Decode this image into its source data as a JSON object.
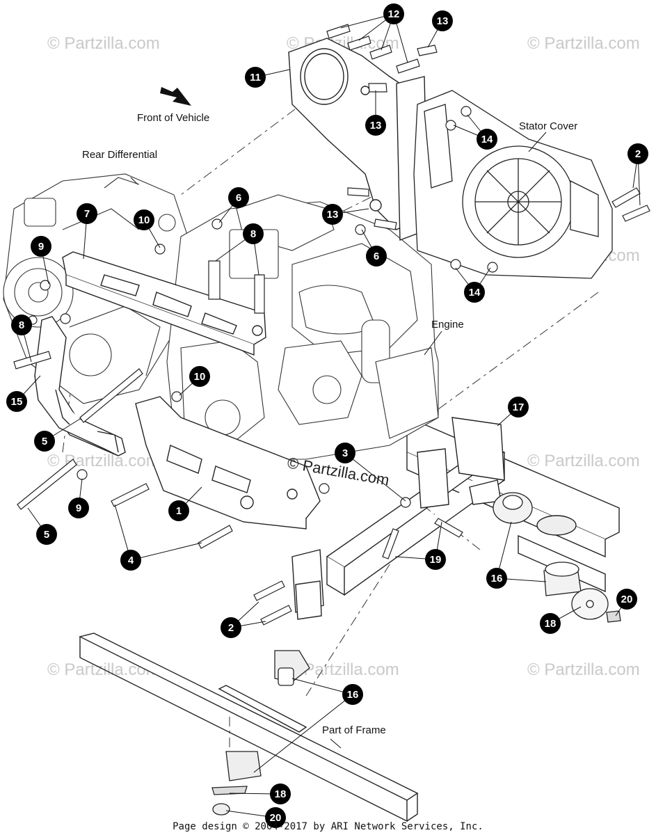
{
  "watermark": "© Partzilla.com",
  "center_watermark": "© Partzilla.com",
  "labels": {
    "front_of_vehicle": "Front of Vehicle",
    "rear_differential": "Rear Differential",
    "stator_cover": "Stator Cover",
    "engine": "Engine",
    "part_of_frame": "Part of Frame"
  },
  "callouts": [
    {
      "id": "callout-12",
      "num": "12"
    },
    {
      "id": "callout-13-top",
      "num": "13"
    },
    {
      "id": "callout-11",
      "num": "11"
    },
    {
      "id": "callout-13-mid",
      "num": "13"
    },
    {
      "id": "callout-14-top",
      "num": "14"
    },
    {
      "id": "callout-2-right",
      "num": "2"
    },
    {
      "id": "callout-6-left",
      "num": "6"
    },
    {
      "id": "callout-7",
      "num": "7"
    },
    {
      "id": "callout-10-top",
      "num": "10"
    },
    {
      "id": "callout-13-lower",
      "num": "13"
    },
    {
      "id": "callout-8-mid",
      "num": "8"
    },
    {
      "id": "callout-6-right",
      "num": "6"
    },
    {
      "id": "callout-9-top",
      "num": "9"
    },
    {
      "id": "callout-14-bottom",
      "num": "14"
    },
    {
      "id": "callout-8-left",
      "num": "8"
    },
    {
      "id": "callout-10-mid",
      "num": "10"
    },
    {
      "id": "callout-15",
      "num": "15"
    },
    {
      "id": "callout-17",
      "num": "17"
    },
    {
      "id": "callout-5-top",
      "num": "5"
    },
    {
      "id": "callout-3",
      "num": "3"
    },
    {
      "id": "callout-1",
      "num": "1"
    },
    {
      "id": "callout-9-bottom",
      "num": "9"
    },
    {
      "id": "callout-5-bottom",
      "num": "5"
    },
    {
      "id": "callout-4",
      "num": "4"
    },
    {
      "id": "callout-19",
      "num": "19"
    },
    {
      "id": "callout-16-right",
      "num": "16"
    },
    {
      "id": "callout-20-right",
      "num": "20"
    },
    {
      "id": "callout-2-bottom",
      "num": "2"
    },
    {
      "id": "callout-18-right",
      "num": "18"
    },
    {
      "id": "callout-16-bottom",
      "num": "16"
    },
    {
      "id": "callout-18-bottom",
      "num": "18"
    },
    {
      "id": "callout-20-bottom",
      "num": "20"
    }
  ],
  "footer": "Page design © 2004-2017 by ARI Network Services, Inc."
}
